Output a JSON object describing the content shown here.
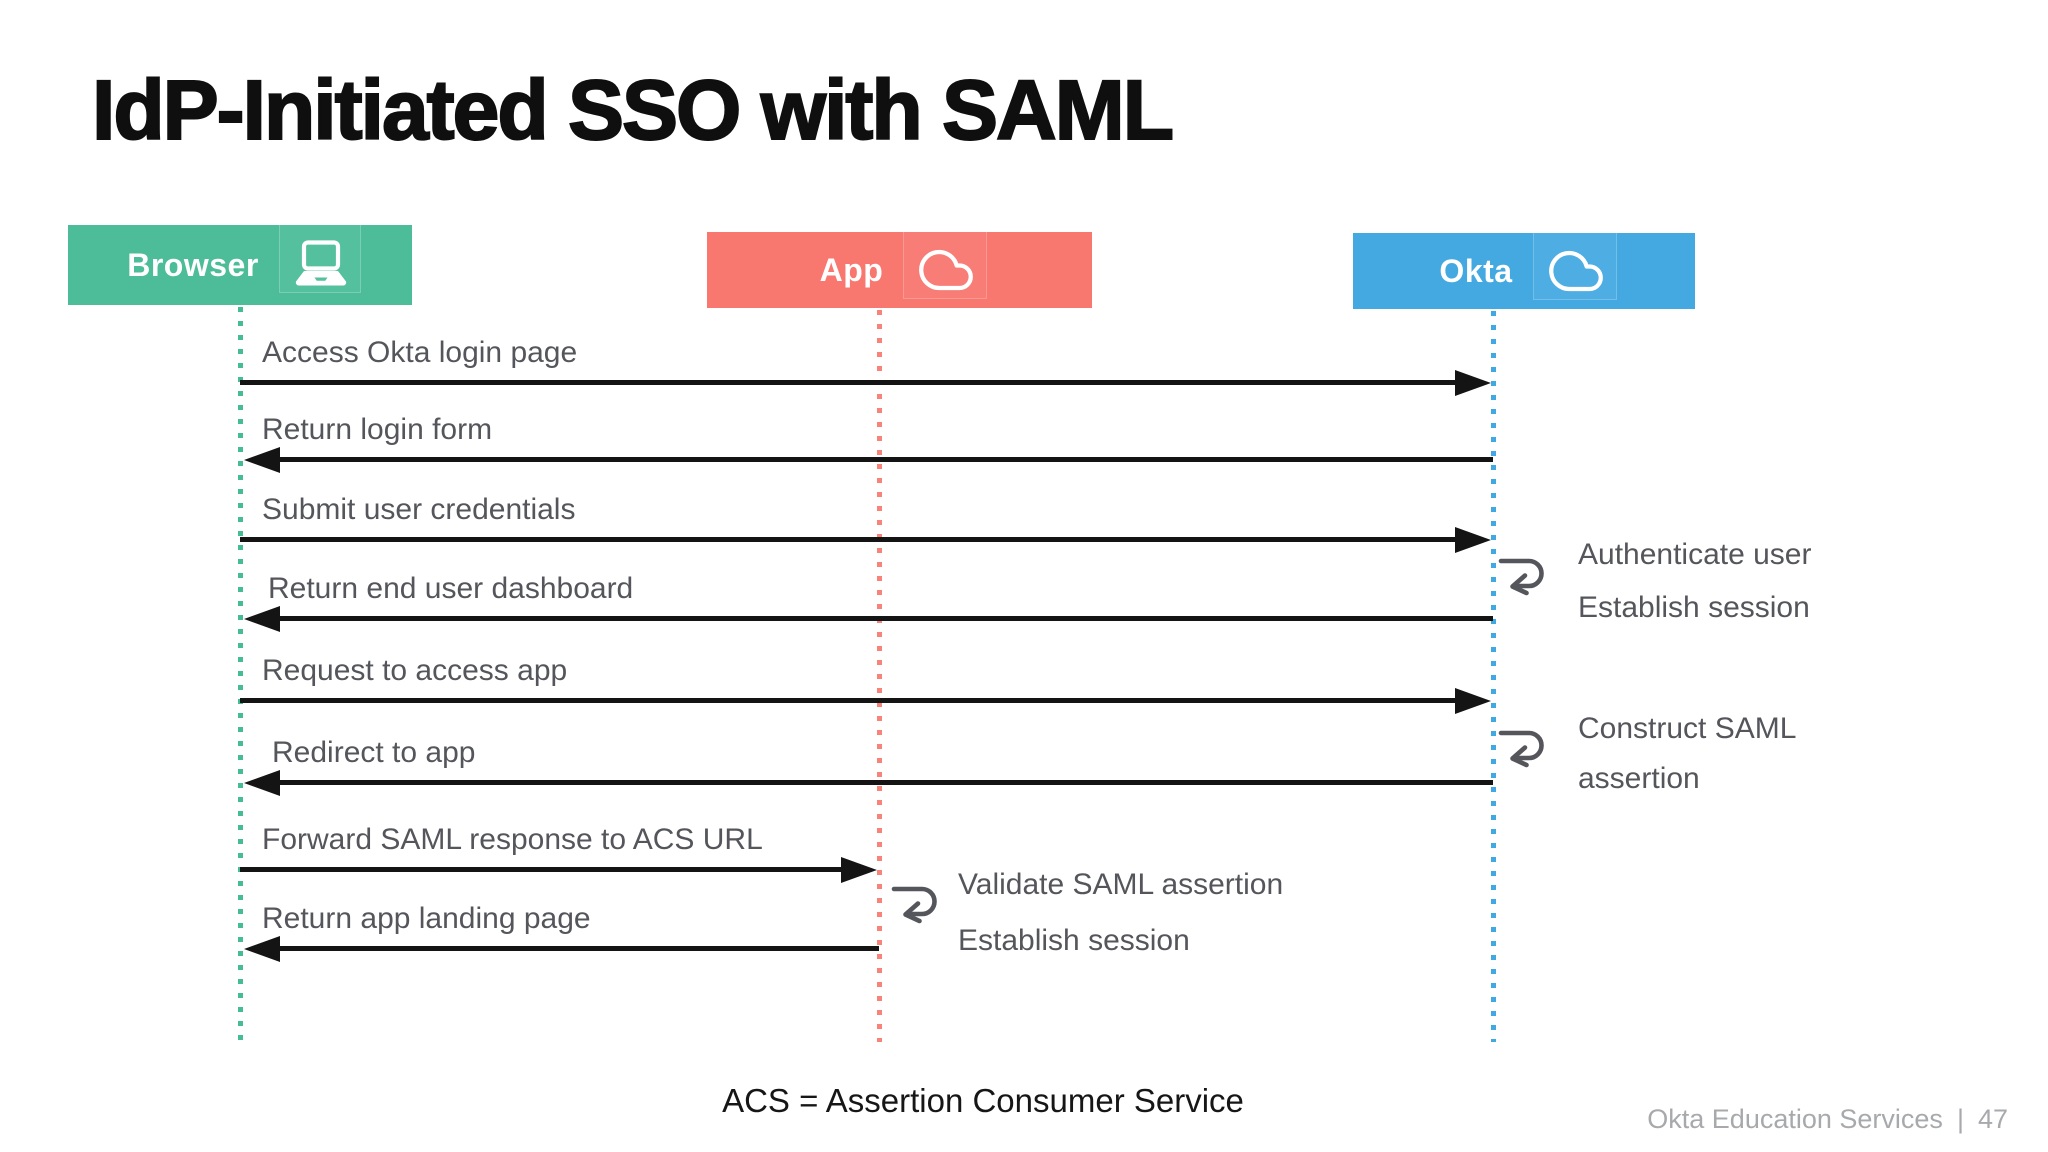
{
  "title": "IdP-Initiated SSO with SAML",
  "actors": [
    {
      "id": "browser",
      "label": "Browser",
      "icon": "laptop-icon",
      "color": "#4cbd98",
      "dot_color": "#44bd93"
    },
    {
      "id": "app",
      "label": "App",
      "icon": "cloud-icon",
      "color": "#f8776f",
      "dot_color": "#f8837b"
    },
    {
      "id": "okta",
      "label": "Okta",
      "icon": "cloud-icon",
      "color": "#45a9e1",
      "dot_color": "#41a9e2"
    }
  ],
  "messages": [
    {
      "label": "Access Okta login page",
      "from": "browser",
      "to": "okta"
    },
    {
      "label": "Return login form",
      "from": "okta",
      "to": "browser"
    },
    {
      "label": "Submit user credentials",
      "from": "browser",
      "to": "okta"
    },
    {
      "label": "Return end user dashboard",
      "from": "okta",
      "to": "browser"
    },
    {
      "label": "Request to access app",
      "from": "browser",
      "to": "okta"
    },
    {
      "label": "Redirect to app",
      "from": "okta",
      "to": "browser"
    },
    {
      "label": "Forward SAML response to ACS URL",
      "from": "browser",
      "to": "app"
    },
    {
      "label": "Return app landing page",
      "from": "app",
      "to": "browser"
    }
  ],
  "self_actions": [
    {
      "at": "okta",
      "lines": [
        "Authenticate user",
        "Establish session"
      ]
    },
    {
      "at": "okta",
      "lines": [
        "Construct SAML",
        "assertion"
      ]
    },
    {
      "at": "app",
      "lines": [
        "Validate SAML assertion",
        "Establish session"
      ]
    }
  ],
  "note": "ACS = Assertion Consumer Service",
  "footer": {
    "text": "Okta Education Services",
    "separator": "|",
    "page": "47"
  },
  "colors": {
    "browser_green": "#4cbd98",
    "app_red": "#f8776f",
    "okta_blue": "#45a9e1",
    "arrow_black": "#141414",
    "label_gray": "#54565b",
    "note_black": "#161616",
    "footer_gray": "#a7a9ac"
  }
}
